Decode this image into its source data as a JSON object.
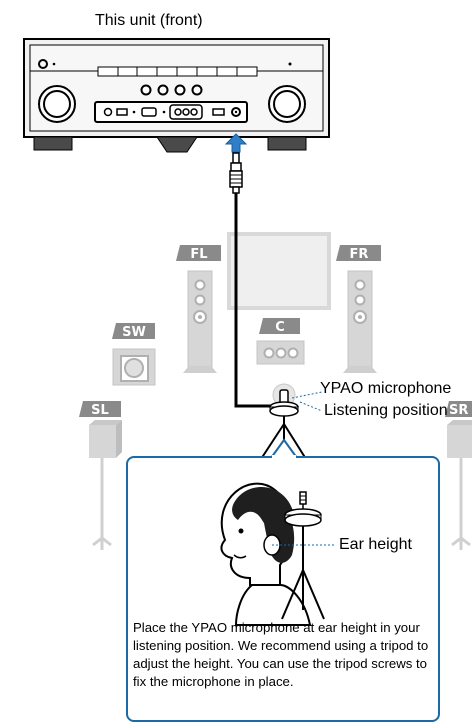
{
  "unit_label": "This unit (front)",
  "speakers": {
    "fl": "FL",
    "fr": "FR",
    "c": "C",
    "sw": "SW",
    "sl": "SL",
    "sr": "SR"
  },
  "labels": {
    "microphone": "YPAO microphone",
    "listening_position": "Listening position",
    "ear_height": "Ear height"
  },
  "instruction": "Place the YPAO microphone at ear height in your listening position. We recommend using a tripod to adjust the height. You can use the tripod screws to fix the microphone in place.",
  "colors": {
    "callout_border": "#1a6aa7",
    "arrow": "#2f7fc8",
    "speaker_badge": "#8a8a8a",
    "speaker_body": "#d6d6d6"
  }
}
